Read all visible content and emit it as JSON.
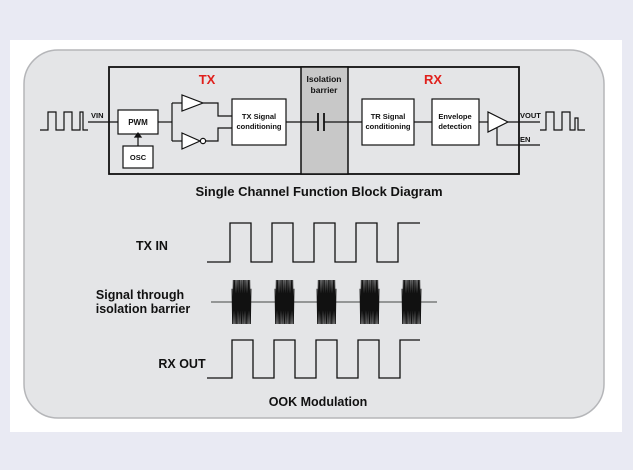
{
  "block_diagram": {
    "tx_label": "TX",
    "rx_label": "RX",
    "isolation_label_line1": "Isolation",
    "isolation_label_line2": "barrier",
    "vin_label": "VIN",
    "pwm_label": "PWM",
    "osc_label": "OSC",
    "tx_signal_line1": "TX Signal",
    "tx_signal_line2": "conditioning",
    "tr_signal_line1": "TR Signal",
    "tr_signal_line2": "conditioning",
    "envelope_line1": "Envelope",
    "envelope_line2": "detection",
    "vout_label": "VOUT",
    "en_label": "EN",
    "caption": "Single Channel Function Block Diagram"
  },
  "waveforms": {
    "tx_in_label": "TX IN",
    "signal_line1": "Signal through",
    "signal_line2": "isolation barrier",
    "rx_out_label": "RX OUT",
    "caption": "OOK Modulation"
  },
  "colors": {
    "accent_red": "#e0201c",
    "panel_fill": "#e4e5e7",
    "barrier_fill": "#c8c8c8"
  }
}
